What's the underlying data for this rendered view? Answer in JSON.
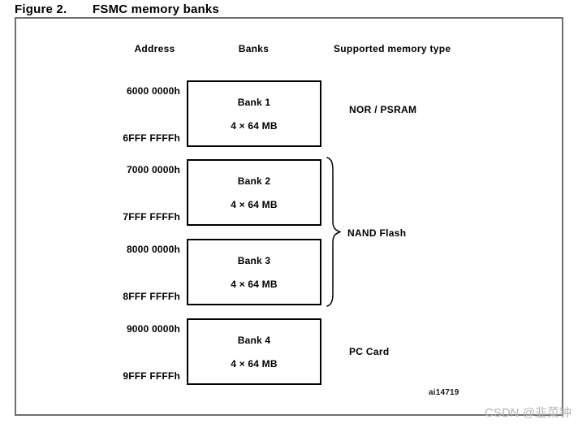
{
  "figure": {
    "label": "Figure 2.",
    "title": "FSMC memory banks",
    "figure_id": "ai14719",
    "watermark": "CSDN @韭菜钟"
  },
  "columns": {
    "address": "Address",
    "banks": "Banks",
    "memory_type": "Supported memory type"
  },
  "banks": [
    {
      "name": "Bank 1",
      "size": "4 × 64 MB",
      "start": "6000 0000h",
      "end": "6FFF FFFFh"
    },
    {
      "name": "Bank 2",
      "size": "4 × 64 MB",
      "start": "7000 0000h",
      "end": "7FFF FFFFh"
    },
    {
      "name": "Bank 3",
      "size": "4 × 64 MB",
      "start": "8000 0000h",
      "end": "8FFF FFFFh"
    },
    {
      "name": "Bank 4",
      "size": "4 × 64 MB",
      "start": "9000 0000h",
      "end": "9FFF FFFFh"
    }
  ],
  "memory_types": [
    {
      "label": "NOR / PSRAM",
      "applies_to": "Bank 1"
    },
    {
      "label": "NAND Flash",
      "applies_to": "Bank 2, Bank 3"
    },
    {
      "label": "PC Card",
      "applies_to": "Bank 4"
    }
  ],
  "colors": {
    "frame_border": "#6f6f6f",
    "bank_box_border": "#000000",
    "text": "#000000",
    "watermark": "#b3b3b3"
  }
}
